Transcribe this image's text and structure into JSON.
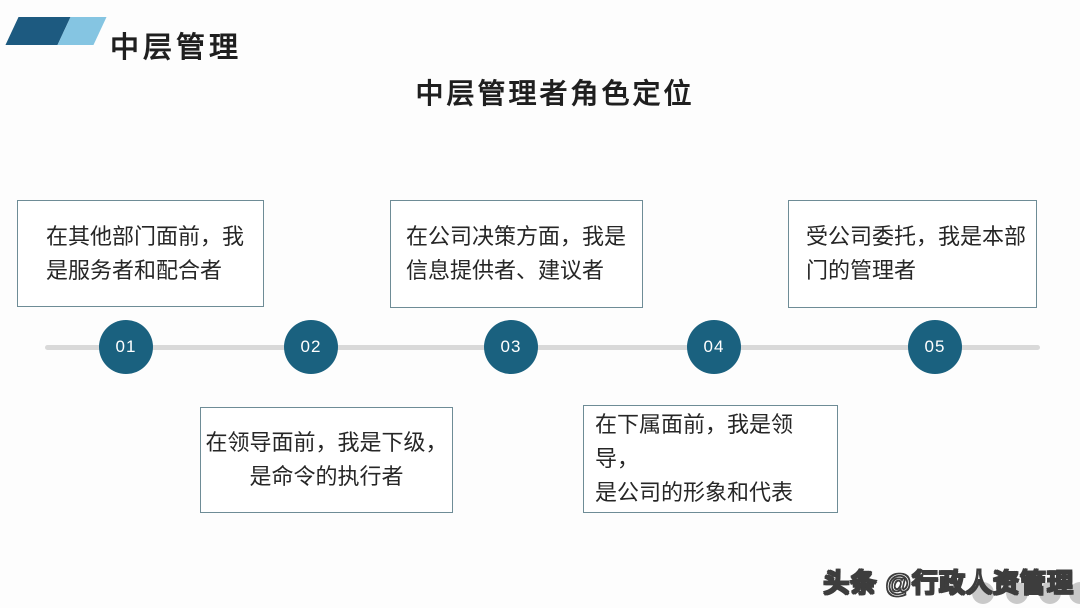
{
  "header": {
    "logo": "two-tone-parallelogram-logo",
    "title": "中层管理"
  },
  "slide": {
    "title": "中层管理者角色定位"
  },
  "timeline": {
    "steps": [
      {
        "number": "01",
        "position": "top",
        "text": "在其他部门面前，我\n是服务者和配合者"
      },
      {
        "number": "02",
        "position": "bottom",
        "text": "在领导面前，我是下级，\n是命令的执行者"
      },
      {
        "number": "03",
        "position": "top",
        "text": "在公司决策方面，我是\n信息提供者、建议者"
      },
      {
        "number": "04",
        "position": "bottom",
        "text": "在下属面前，我是领导，\n是公司的形象和代表"
      },
      {
        "number": "05",
        "position": "top",
        "text": "受公司委托，我是本部\n门的管理者"
      }
    ]
  },
  "watermark": {
    "text": "头条 @行政人资管理"
  },
  "colors": {
    "logo_dark": "#1d5a80",
    "logo_light": "#85c5e2",
    "circle_fill": "#1a617f",
    "timeline_line": "#d9d9d9",
    "box_border": "#6e8c96",
    "text": "#262626"
  }
}
